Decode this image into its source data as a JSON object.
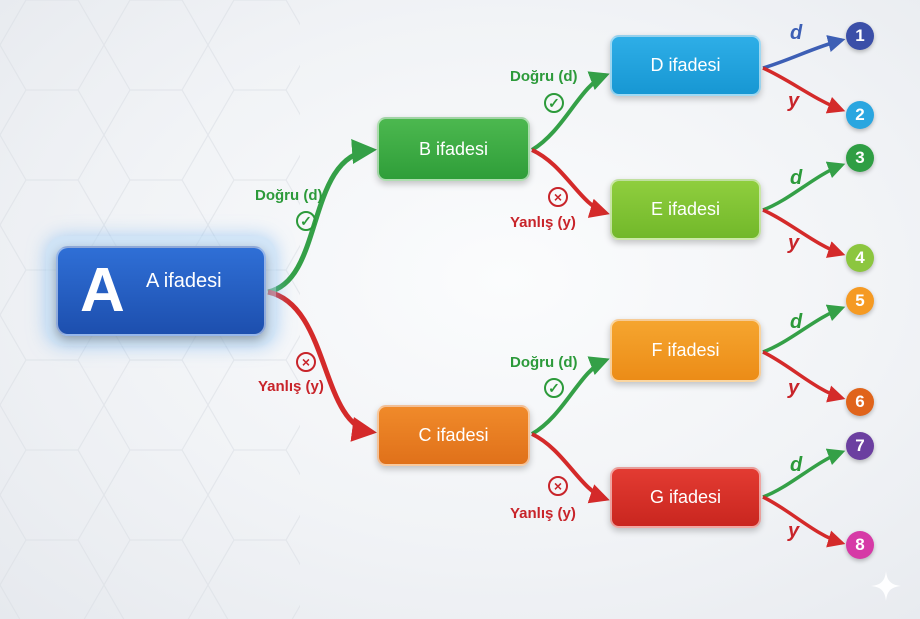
{
  "nodes": {
    "a": {
      "letter": "A",
      "label": "A ifadesi"
    },
    "b": {
      "label": "B ifadesi"
    },
    "c": {
      "label": "C ifadesi"
    },
    "d": {
      "label": "D ifadesi"
    },
    "e": {
      "label": "E ifadesi"
    },
    "f": {
      "label": "F ifadesi"
    },
    "g": {
      "label": "G ifadesi"
    }
  },
  "labels": {
    "true_branch": "Doğru (d)",
    "false_branch": "Yanlış (y)",
    "true_short": "d",
    "false_short": "y"
  },
  "outcomes": [
    {
      "label": "1",
      "color": "#3b4fa8"
    },
    {
      "label": "2",
      "color": "#2aa6e0"
    },
    {
      "label": "3",
      "color": "#2f9e44"
    },
    {
      "label": "4",
      "color": "#8cc63f"
    },
    {
      "label": "5",
      "color": "#f59a23"
    },
    {
      "label": "6",
      "color": "#e0641b"
    },
    {
      "label": "7",
      "color": "#6b3fa0"
    },
    {
      "label": "8",
      "color": "#d63aa6"
    }
  ],
  "colors": {
    "true_arrow": "#34a047",
    "false_arrow": "#d42a2a",
    "d_top_arrow": "#3d5fb5"
  },
  "icons": {
    "true_mark": "check-circle-icon",
    "false_mark": "x-circle-icon",
    "corner": "sparkle-icon"
  }
}
